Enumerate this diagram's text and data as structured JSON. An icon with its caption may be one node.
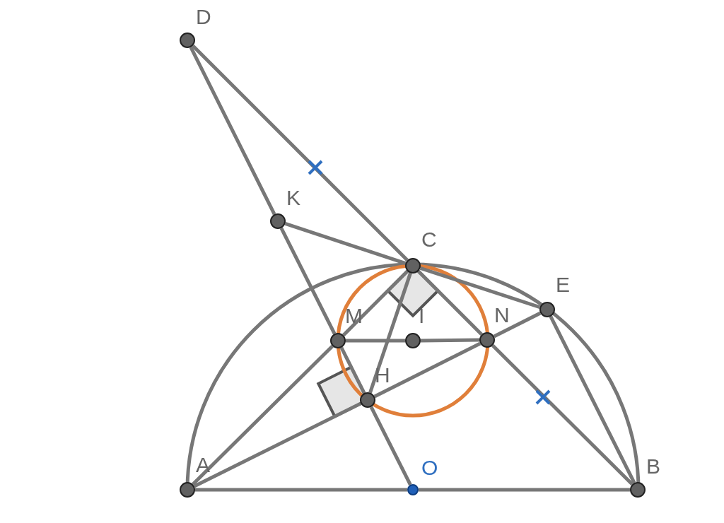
{
  "diagram": {
    "nodes": [
      {
        "text": [
          "D"
        ]
      },
      {
        "text": [
          "K"
        ]
      },
      {
        "text": [
          "C"
        ]
      },
      {
        "text": [
          "E"
        ]
      },
      {
        "text": [
          "M"
        ]
      },
      {
        "text": [
          "I"
        ]
      },
      {
        "text": [
          "N"
        ]
      },
      {
        "text": [
          "H"
        ]
      },
      {
        "text": [
          "A"
        ]
      },
      {
        "text": [
          "O"
        ]
      },
      {
        "text": [
          "B"
        ]
      }
    ],
    "edges": [
      {
        "from": 0,
        "to": 1,
        "arrow": "none"
      },
      {
        "from": 1,
        "to": 4,
        "arrow": "none"
      },
      {
        "from": 4,
        "to": 7,
        "arrow": "none"
      },
      {
        "from": 7,
        "to": 9,
        "arrow": "none"
      },
      {
        "from": 0,
        "to": 2,
        "arrow": "none"
      },
      {
        "from": 2,
        "to": 6,
        "arrow": "none"
      },
      {
        "from": 6,
        "to": 10,
        "arrow": "none"
      },
      {
        "from": 1,
        "to": 2,
        "arrow": "none"
      },
      {
        "from": 8,
        "to": 4,
        "arrow": "none"
      },
      {
        "from": 4,
        "to": 2,
        "arrow": "none"
      },
      {
        "from": 8,
        "to": 7,
        "arrow": "none"
      },
      {
        "from": 7,
        "to": 6,
        "arrow": "none"
      },
      {
        "from": 6,
        "to": 3,
        "arrow": "none"
      },
      {
        "from": 2,
        "to": 3,
        "arrow": "none"
      },
      {
        "from": 3,
        "to": 10,
        "arrow": "none"
      },
      {
        "from": 2,
        "to": 7,
        "arrow": "none"
      },
      {
        "from": 4,
        "to": 5,
        "arrow": "none"
      },
      {
        "from": 5,
        "to": 6,
        "arrow": "none"
      },
      {
        "from": 8,
        "to": 9,
        "arrow": "none"
      },
      {
        "from": 9,
        "to": 10,
        "arrow": "none"
      }
    ]
  }
}
